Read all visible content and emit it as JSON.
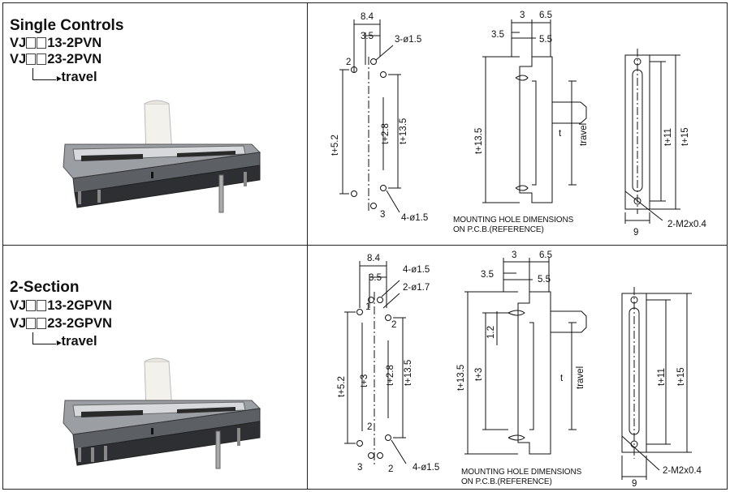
{
  "single": {
    "title": "Single Controls",
    "model1_prefix": "VJ",
    "model1_suffix": "13-2PVN",
    "model2_prefix": "VJ",
    "model2_suffix": "23-2PVN",
    "travel": "travel",
    "dims_left": {
      "w84": "8.4",
      "w35": "3.5",
      "hole3": "3-ø1.5",
      "n2": "2",
      "t52": "t+5.2",
      "t28": "t+2.8",
      "t135": "t+13.5",
      "n3": "3",
      "hole4": "4-ø1.5"
    },
    "dims_mid": {
      "w3": "3",
      "w65": "6.5",
      "w35": "3.5",
      "w55": "5.5",
      "t135": "t+13.5",
      "t": "t",
      "travel": "travel"
    },
    "dims_right": {
      "t11": "t+11",
      "t15": "t+15",
      "w9": "9",
      "screw": "2-M2x0.4"
    },
    "note_line1": "MOUNTING HOLE DIMENSIONS",
    "note_line2": "ON P.C.B.(REFERENCE)"
  },
  "dual": {
    "title": "2-Section",
    "model1_prefix": "VJ",
    "model1_suffix": "13-2GPVN",
    "model2_prefix": "VJ",
    "model2_suffix": "23-2GPVN",
    "travel": "travel",
    "dims_left": {
      "w84": "8.4",
      "w35": "3.5",
      "hole4": "4-ø1.5",
      "hole2": "2-ø1.7",
      "n1": "1",
      "n2": "2",
      "t52": "t+5.2",
      "t3": "t+3",
      "t28": "t+2.8",
      "t135": "t+13.5",
      "n2b": "2",
      "n3": "3",
      "n2c": "2",
      "hole4b": "4-ø1.5"
    },
    "dims_mid": {
      "w3": "3",
      "w65": "6.5",
      "w35": "3.5",
      "w55": "5.5",
      "h12": "1.2",
      "t135": "t+13.5",
      "t3": "t+3",
      "t": "t",
      "travel": "travel"
    },
    "dims_right": {
      "t11": "t+11",
      "t15": "t+15",
      "w9": "9",
      "screw": "2-M2x0.4"
    },
    "note_line1": "MOUNTING HOLE DIMENSIONS",
    "note_line2": "ON P.C.B.(REFERENCE)"
  }
}
